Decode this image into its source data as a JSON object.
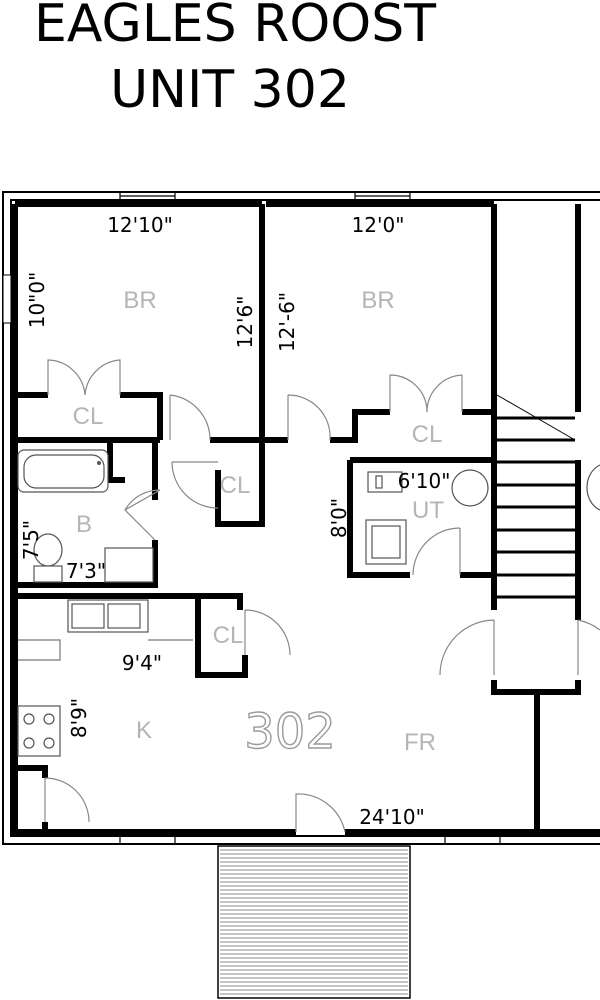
{
  "header": {
    "building": "EAGLES ROOST",
    "unit": "UNIT 302"
  },
  "plan": {
    "unit_number": "302",
    "rooms": {
      "br1": "BR",
      "br2": "BR",
      "cl1": "CL",
      "cl2": "CL",
      "cl3": "CL",
      "cl4": "CL",
      "bath": "B",
      "utility": "UT",
      "kitchen": "K",
      "family": "FR"
    },
    "dimensions": {
      "br1_width": "12'10\"",
      "br1_depth": "10\"0\"",
      "br1_side": "12'6\"",
      "br2_width": "12'0\"",
      "br2_depth": "12'-6\"",
      "hall": "8'0\"",
      "ut_width": "6'10\"",
      "bath_depth": "7'5\"",
      "bath_width": "7'3\"",
      "kitchen_width": "9'4\"",
      "kitchen_depth": "8'9\"",
      "fr_width": "24'10\""
    }
  }
}
